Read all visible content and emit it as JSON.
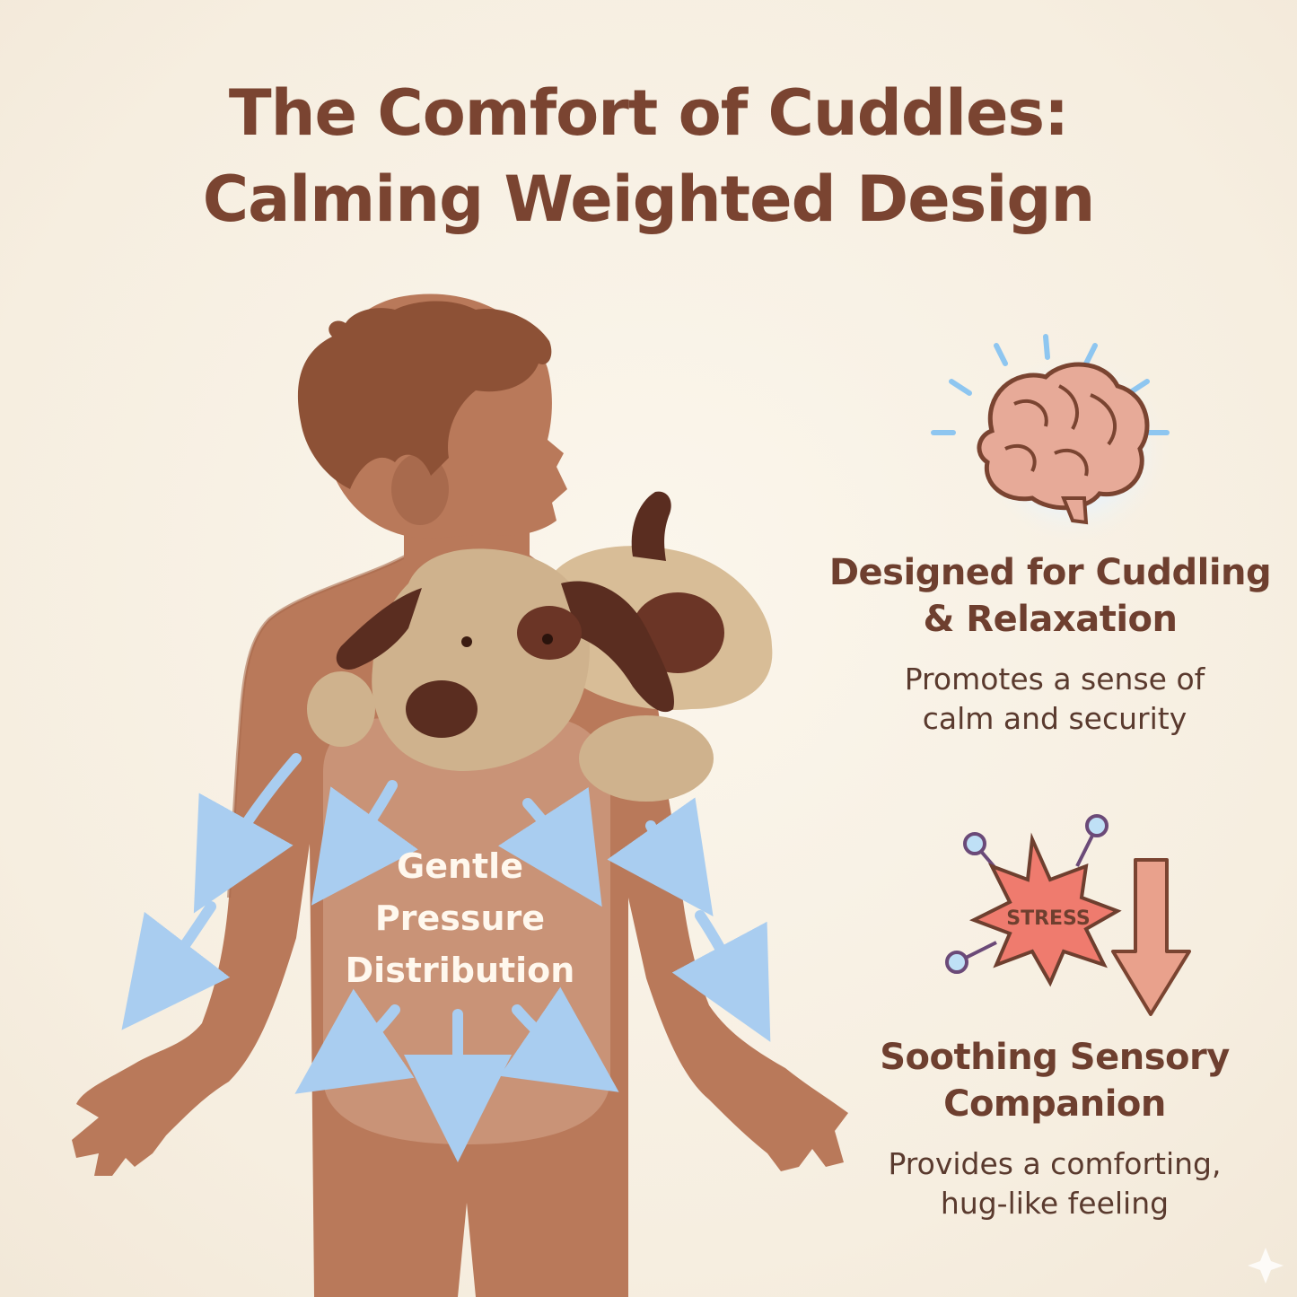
{
  "headline": {
    "line1": "The Comfort of Cuddles:",
    "line2": "Calming Weighted Design"
  },
  "illustration": {
    "pressure_label": {
      "line1": "Gentle",
      "line2": "Pressure",
      "line3": "Distribution"
    }
  },
  "features": [
    {
      "icon": "brain-icon",
      "title_line1": "Designed for Cuddling",
      "title_line2": "& Relaxation",
      "desc_line1": "Promotes a sense of",
      "desc_line2": "calm and security"
    },
    {
      "icon": "stress-down-icon",
      "badge": "STRESS",
      "title_line1": "Soothing Sensory",
      "title_line2": "Companion",
      "desc_line1": "Provides a comforting,",
      "desc_line2": "hug-like feeling"
    }
  ],
  "colors": {
    "background": "#f8f1e4",
    "headline": "#7a4431",
    "skin": "#b9795a",
    "hair": "#8d5136",
    "arrow": "#a9cdf0",
    "plush_tan": "#cfb28d",
    "plush_brown": "#5a2d20",
    "brain": "#e7aa98",
    "stress": "#ef7b6e",
    "down_arrow": "#e9a18c"
  }
}
